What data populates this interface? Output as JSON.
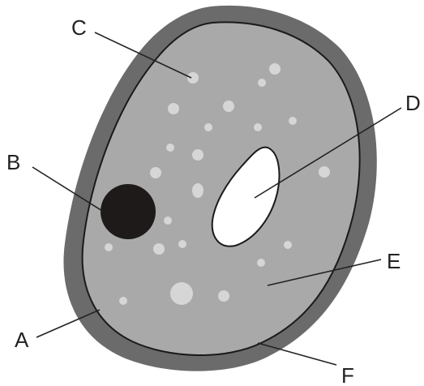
{
  "labels": {
    "A": "A",
    "B": "B",
    "C": "C",
    "D": "D",
    "E": "E",
    "F": "F"
  },
  "colors": {
    "wall": "#6b6b6b",
    "cytoplasm": "#a9a9a9",
    "membrane": "#1a1a1a",
    "granule": "#d6d6d6",
    "dark_body": "#1e1a1a",
    "vacuole": "#ffffff"
  }
}
